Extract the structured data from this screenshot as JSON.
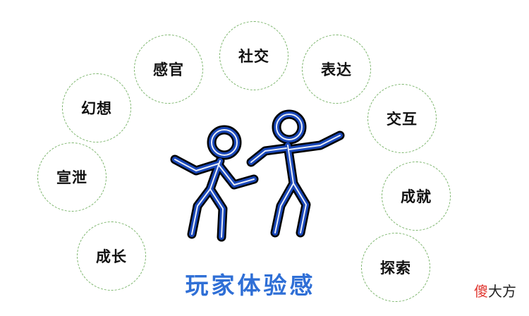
{
  "bubbles": [
    {
      "id": "sensory",
      "label": "感官"
    },
    {
      "id": "social",
      "label": "社交"
    },
    {
      "id": "expression",
      "label": "表达"
    },
    {
      "id": "fantasy",
      "label": "幻想"
    },
    {
      "id": "interaction",
      "label": "交互"
    },
    {
      "id": "venting",
      "label": "宣泄"
    },
    {
      "id": "achievement",
      "label": "成就"
    },
    {
      "id": "growth",
      "label": "成长"
    },
    {
      "id": "exploration",
      "label": "探索"
    }
  ],
  "title": "玩家体验感",
  "watermark": {
    "accent": "傻",
    "rest": "大方"
  },
  "colors": {
    "title": "#2f6fd6",
    "figure_stroke": "#1947b8",
    "figure_outline": "#000000",
    "bubble_border": "#7ab46a",
    "watermark_accent": "#e0362f"
  }
}
